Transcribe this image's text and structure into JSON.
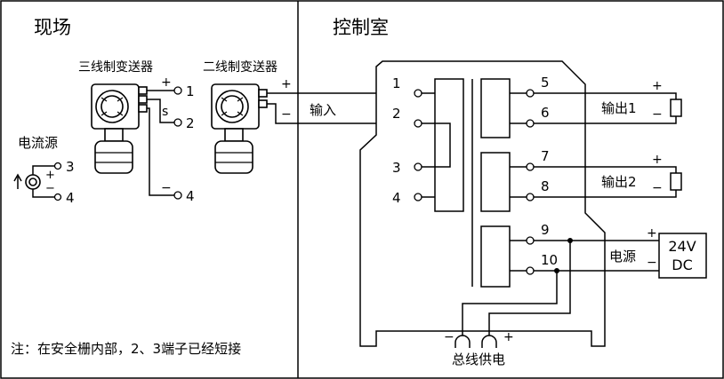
{
  "regions": {
    "field": "现场",
    "control_room": "控制室"
  },
  "devices": {
    "three_wire": "三线制变送器",
    "two_wire": "二线制变送器",
    "current_source": "电流源"
  },
  "labels": {
    "input": "输入",
    "output1": "输出1",
    "output2": "输出2",
    "power": "电源",
    "supply_dc": "24V",
    "supply_dc2": "DC",
    "bus_power": "总线供电",
    "note": "注：在安全栅内部，2、3端子已经短接",
    "s": "s"
  },
  "terminals": {
    "t1": "1",
    "t2": "2",
    "t3": "3",
    "t4": "4",
    "t5": "5",
    "t6": "6",
    "t7": "7",
    "t8": "8",
    "t9": "9",
    "t10": "10"
  },
  "field_terminals": {
    "f1": "1",
    "f2": "2",
    "f4": "4",
    "c3": "3",
    "c4": "4"
  },
  "signs": {
    "plus": "+",
    "minus": "−"
  }
}
